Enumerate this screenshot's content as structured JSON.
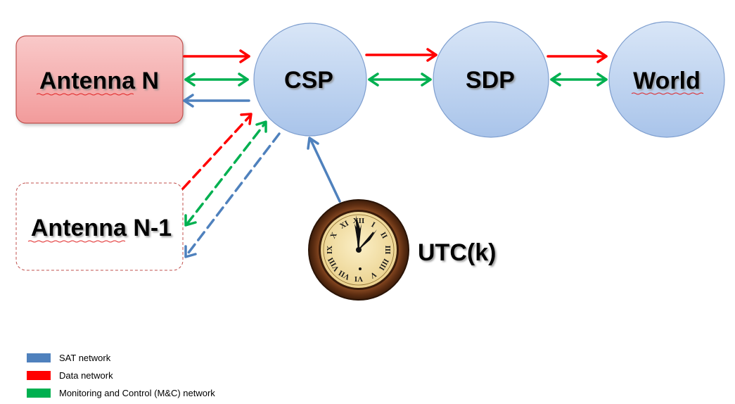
{
  "nodes": {
    "antenna_n": "Antenna N",
    "antenna_n1": "Antenna N-1",
    "csp": "CSP",
    "sdp": "SDP",
    "world": "World",
    "utc": "UTC(k)"
  },
  "legend": [
    {
      "label": "SAT network",
      "color": "#4f81bd"
    },
    {
      "label": "Data network",
      "color": "#ff0000"
    },
    {
      "label": "Monitoring and Control (M&C) network",
      "color": "#00b050"
    }
  ],
  "colors": {
    "sat": "#4f81bd",
    "data": "#ff0000",
    "mc": "#00b050",
    "antenna_fill": "#f6b3b3",
    "antenna_border": "#c0504d",
    "circle_fill": "#c6d9f1",
    "circle_border": "#7f9fcf"
  },
  "clock": {
    "numerals": [
      "XII",
      "I",
      "II",
      "III",
      "IIII",
      "V",
      "VI",
      "VII",
      "VIII",
      "IX",
      "X",
      "XI"
    ]
  }
}
